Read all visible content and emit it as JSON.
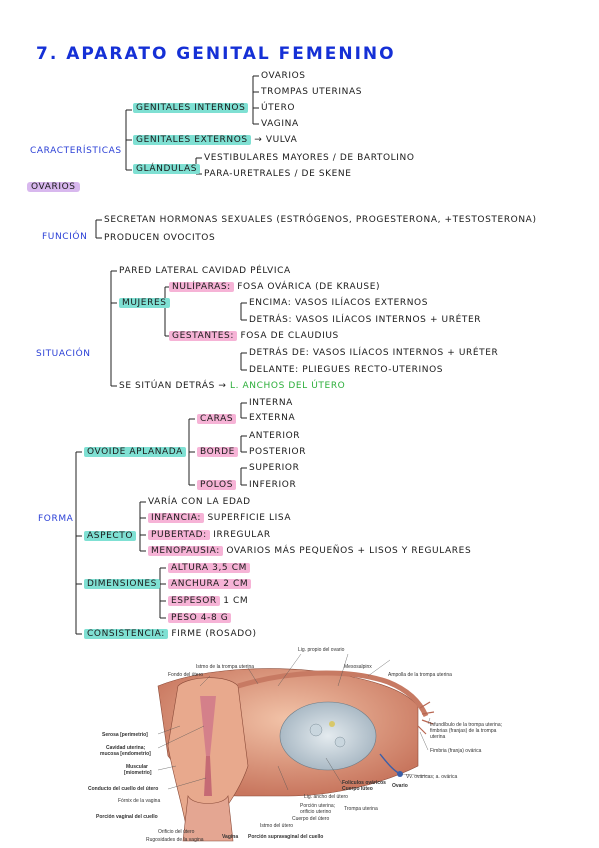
{
  "title": "7. Aparato genital femenino",
  "caracteristicas": {
    "label": "Características",
    "internos_label": "Genitales internos",
    "internos_items": [
      "Ovarios",
      "Trompas uterinas",
      "Útero",
      "Vagina"
    ],
    "externos_label": "Genitales externos",
    "externos_arrow": "→ Vulva",
    "glandulas_label": "Glándulas",
    "glandulas_items": [
      "Vestibulares mayores / de Bartolino",
      "Para-uretrales / de Skene"
    ]
  },
  "ovarios_label": "Ovarios",
  "funcion": {
    "label": "Función",
    "items": [
      "Secretan hormonas sexuales (estrógenos, progesterona, +testosterona)",
      "Producen ovocitos"
    ]
  },
  "situacion": {
    "label": "Situación",
    "pared": "Pared lateral cavidad pélvica",
    "mujeres_label": "Mujeres",
    "nuliparas_label": "Nulíparas:",
    "nuliparas_text": "Fosa ovárica (de Krause)",
    "encima": "Encima: vasos ilíacos externos",
    "detras1": "Detrás: vasos ilíacos internos + uréter",
    "gestantes_label": "Gestantes:",
    "gestantes_text": "Fosa de Claudius",
    "detras2": "Detrás de: vasos ilíacos internos + uréter",
    "delante": "Delante: pliegues recto-uterinos",
    "se_situan": "Se sitúan detrás →",
    "ligamentos": "L. anchos del útero"
  },
  "forma": {
    "label": "Forma",
    "ovoide": "Ovoide aplanada",
    "caras": "Caras",
    "caras_items": [
      "Interna",
      "Externa"
    ],
    "borde": "Borde",
    "borde_items": [
      "Anterior",
      "Posterior"
    ],
    "polos": "Polos",
    "polos_items": [
      "Superior",
      "Inferior"
    ],
    "aspecto": "Aspecto",
    "varia": "Varía con la edad",
    "infancia_label": "Infancia:",
    "infancia_text": "superficie lisa",
    "pubertad_label": "Pubertad:",
    "pubertad_text": "irregular",
    "menopausia_label": "Menopausia:",
    "menopausia_text": "ovarios más pequeños + lisos y regulares",
    "dimensiones": "Dimensiones",
    "altura": "Altura 3,5 cm",
    "anchura": "Anchura 2 cm",
    "espesor_label": "Espesor",
    "espesor_val": "1 cm",
    "peso": "Peso 4-8 g",
    "consistencia_label": "Consistencia:",
    "consistencia_text": "firme (rosado)"
  },
  "figure": {
    "labels": {
      "lig_propio": "Lig. propio del ovario",
      "mesosalpinx": "Mesosalpinx",
      "istmo": "Istmo de la trompa uterina",
      "fondo": "Fondo del útero",
      "ampolla": "Ampolla de la trompa uterina",
      "infundibulo": "Infundíbulo de la trompa uterina;",
      "fimbrias": "fimbrias (franjas) de la trompa",
      "uterina": "uterina",
      "fimbria_ovarica": "Fimbria (franja) ovárica",
      "vv_ovaricas": "Vv. ováricas; a. ovárica",
      "serosa": "Serosa [perimetrio]",
      "cavidad1": "Cavidad uterina;",
      "cavidad2": "mucosa [endometrio]",
      "muscular1": "Muscular",
      "muscular2": "[miometrio]",
      "conducto": "Conducto del cuello del útero",
      "fornix": "Fórnix de la vagina",
      "porcion_vaginal": "Porción vaginal del cuello",
      "orificio": "Orificio del útero",
      "rugosidades": "Rugosidades de la vagina",
      "vagina": "Vagina",
      "supravaginal": "Porción supravaginal del cuello",
      "istmo_utero": "Istmo del útero",
      "cuerpo_utero": "Cuerpo del útero",
      "porcion_uterina1": "Porción uterina;",
      "porcion_uterina2": "orificio uterino",
      "trompa": "Trompa uterina",
      "lig_ancho": "Lig. ancho del útero",
      "foliculos": "Folículos ováricos",
      "cuerpo_luteo": "Cuerpo lúteo",
      "ovario": "Ovario"
    }
  }
}
